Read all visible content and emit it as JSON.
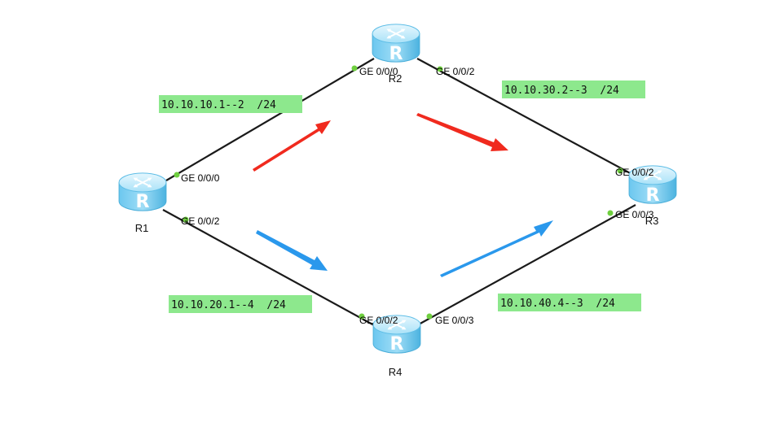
{
  "routers": {
    "r1": {
      "name": "R1"
    },
    "r2": {
      "name": "R2"
    },
    "r3": {
      "name": "R3"
    },
    "r4": {
      "name": "R4"
    },
    "icon_letter": "R"
  },
  "ports": {
    "r1_ge000": "GE 0/0/0",
    "r1_ge002": "GE 0/0/2",
    "r2_ge000": "GE 0/0/0",
    "r2_ge002": "GE 0/0/2",
    "r3_ge002": "GE 0/0/2",
    "r3_ge003": "GE 0/0/3",
    "r4_ge002": "GE 0/0/2",
    "r4_ge003": "GE 0/0/3"
  },
  "subnets": {
    "r1_r2": "10.10.10.1--2  /24",
    "r2_r3": "10.10.30.2--3  /24",
    "r1_r4": "10.10.20.1--4  /24",
    "r4_r3": "10.10.40.4--3  /24"
  },
  "colors": {
    "link": "#1a1a1a",
    "port_dot": "#6fcf3f",
    "subnet_bg": "#8de88d",
    "arrow_red": "#f02a1e",
    "arrow_blue": "#2a98ec",
    "router_light": "#bfe9fb",
    "router_mid": "#7fd1f3",
    "router_dark": "#3aa7d8"
  },
  "icons": [
    "router-icon",
    "red-flow-arrow",
    "blue-flow-arrow"
  ]
}
